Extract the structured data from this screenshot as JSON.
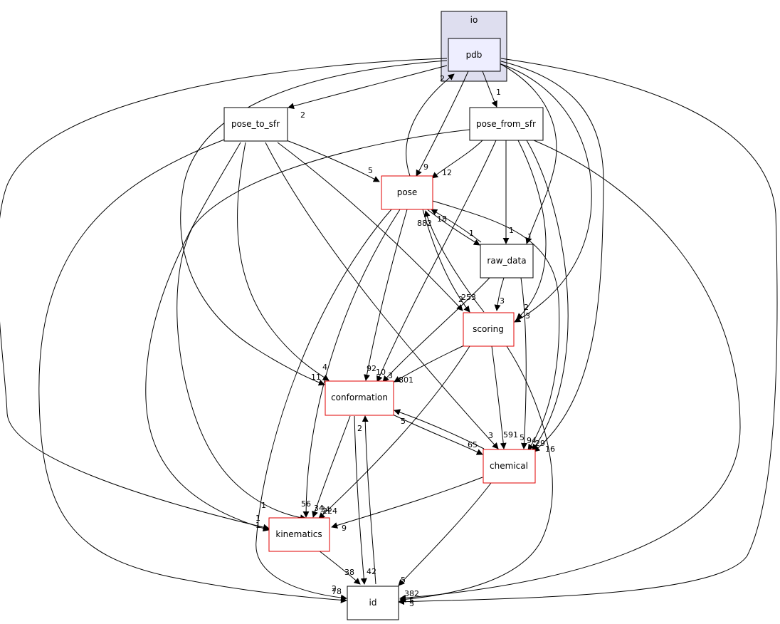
{
  "clusters": {
    "io": {
      "label": "io",
      "fill": "#dedeef"
    }
  },
  "nodes": {
    "pdb": {
      "label": "pdb",
      "fill": "#eeeeff",
      "border": "#000000"
    },
    "pose_to_sfr": {
      "label": "pose_to_sfr",
      "border": "#000000"
    },
    "pose_from_sfr": {
      "label": "pose_from_sfr",
      "border": "#000000"
    },
    "pose": {
      "label": "pose",
      "border": "#e00000"
    },
    "raw_data": {
      "label": "raw_data",
      "border": "#000000"
    },
    "scoring": {
      "label": "scoring",
      "border": "#e00000"
    },
    "conformation": {
      "label": "conformation",
      "border": "#e00000"
    },
    "chemical": {
      "label": "chemical",
      "border": "#e00000"
    },
    "kinematics": {
      "label": "kinematics",
      "border": "#e00000"
    },
    "id": {
      "label": "id",
      "border": "#000000"
    }
  },
  "edge_labels": {
    "pdb_to_pose_to_sfr": "2",
    "pdb_to_pose_from_sfr": "1",
    "pdb_to_pose": "9",
    "pose_to_pdb": "2",
    "pdb_to_raw_data": "1",
    "pdb_to_scoring": "3",
    "pdb_to_conformation": "11",
    "pdb_to_chemical": "16",
    "pdb_to_kinematics": "1",
    "pdb_to_id": "5",
    "pose_to_sfr_to_pose": "5",
    "pose_to_sfr_to_scoring": "2",
    "pose_to_sfr_to_conformation": "4",
    "pose_to_sfr_to_chemical": "3",
    "pose_to_sfr_to_kinematics": "1",
    "pose_to_sfr_to_id": "2",
    "pose_from_sfr_to_pose": "12",
    "pose_from_sfr_to_raw_data": "1",
    "pose_from_sfr_to_scoring": "2",
    "pose_from_sfr_to_conformation": "92",
    "pose_from_sfr_to_chemical": "29",
    "pose_from_sfr_to_kinematics": "224",
    "pose_from_sfr_to_id": "5",
    "pose_to_raw_data": "1",
    "raw_data_to_pose": "18",
    "pose_to_scoring": "253",
    "scoring_to_pose": "882",
    "pose_to_conformation": "10",
    "pose_to_chemical": "94",
    "pose_to_kinematics": "56",
    "pose_to_id": "1",
    "raw_data_to_scoring": "3",
    "raw_data_to_conformation": "3",
    "raw_data_to_chemical": "5",
    "scoring_to_conformation": "801",
    "scoring_to_chemical": "591",
    "scoring_to_kinematics": "34",
    "scoring_to_id": "382",
    "conformation_to_chemical": "65",
    "chemical_to_conformation": "5",
    "conformation_to_kinematics": "34",
    "conformation_to_id": "42",
    "id_to_conformation": "2",
    "chemical_to_kinematics": "9",
    "chemical_to_id": "5",
    "kinematics_to_id": "38",
    "pose_to_sfr_id_extra": "78"
  }
}
